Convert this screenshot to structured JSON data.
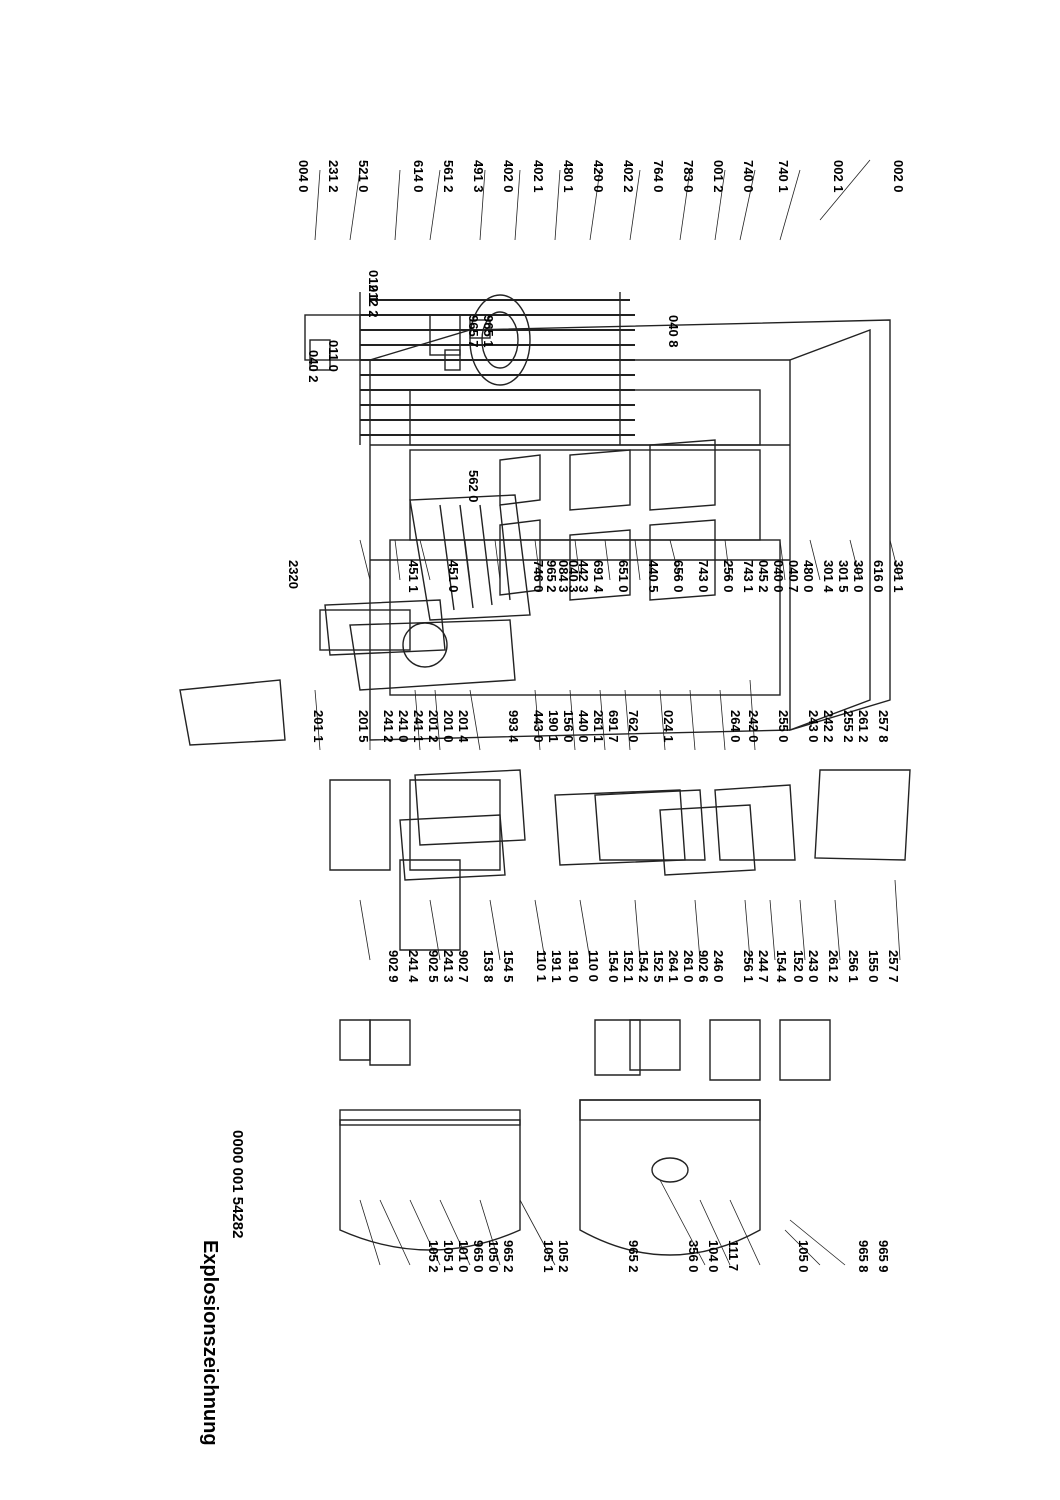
{
  "title": "Explosionszeichnung",
  "document_number": "0000 001 54282",
  "parts": {
    "rear_top": [
      "002 0",
      "002 1",
      "740 1",
      "740 0",
      "001 2",
      "783 0",
      "764 0",
      "402 2",
      "420 0",
      "480 1",
      "402 1",
      "402 0",
      "491 3",
      "561 2",
      "614 0",
      "521 0",
      "231 2",
      "004 0"
    ],
    "rear_mid": [
      "040 8",
      "965 1",
      "965 7",
      "012 1",
      "012 2",
      "011 0",
      "040 2"
    ],
    "frame": [
      "301 1",
      "616 0",
      "301 0",
      "301 5",
      "301 4",
      "480 0",
      "040 7",
      "040 0",
      "045 2",
      "743 1",
      "256 0",
      "743 0",
      "656 0",
      "440 5",
      "651 0",
      "691 4",
      "442 3",
      "040 3",
      "084 3",
      "965 2",
      "746 0",
      "562 0",
      "451 0",
      "451 1",
      "2320"
    ],
    "middle": [
      "024 1",
      "762 0",
      "691 7",
      "261 1",
      "440 0",
      "156 0",
      "190 1",
      "443 0",
      "993 4",
      "201 4",
      "201 0",
      "201 2",
      "241 1",
      "241 0",
      "241 2",
      "201 5",
      "201 1"
    ],
    "shelves": [
      "257 8",
      "261 2",
      "255 2",
      "242 2",
      "243 0",
      "255 0",
      "242 0",
      "264 0",
      "257 7",
      "155 0",
      "256 1",
      "261 2",
      "243 0",
      "152 0",
      "154 4",
      "244 7",
      "256 1",
      "246 0",
      "902 6",
      "261 0",
      "264 1",
      "902 7",
      "241 3",
      "902 5",
      "241 4",
      "902 9"
    ],
    "doors": [
      "152 5",
      "154 2",
      "152 1",
      "154 0",
      "110 0",
      "191 0",
      "191 1",
      "110 1",
      "154 5",
      "153 8",
      "965 9",
      "965 8",
      "105 0",
      "111 7",
      "104 0",
      "356 0",
      "965 2",
      "105 2",
      "105 1",
      "965 2",
      "105 0",
      "965 0",
      "101 0",
      "105 1",
      "105 2"
    ]
  },
  "icons": [
    "refrigerator-cabinet-drawing",
    "door-drawing",
    "drawer-drawing",
    "shelf-drawing",
    "condenser-coil-drawing",
    "compressor-drawing"
  ]
}
